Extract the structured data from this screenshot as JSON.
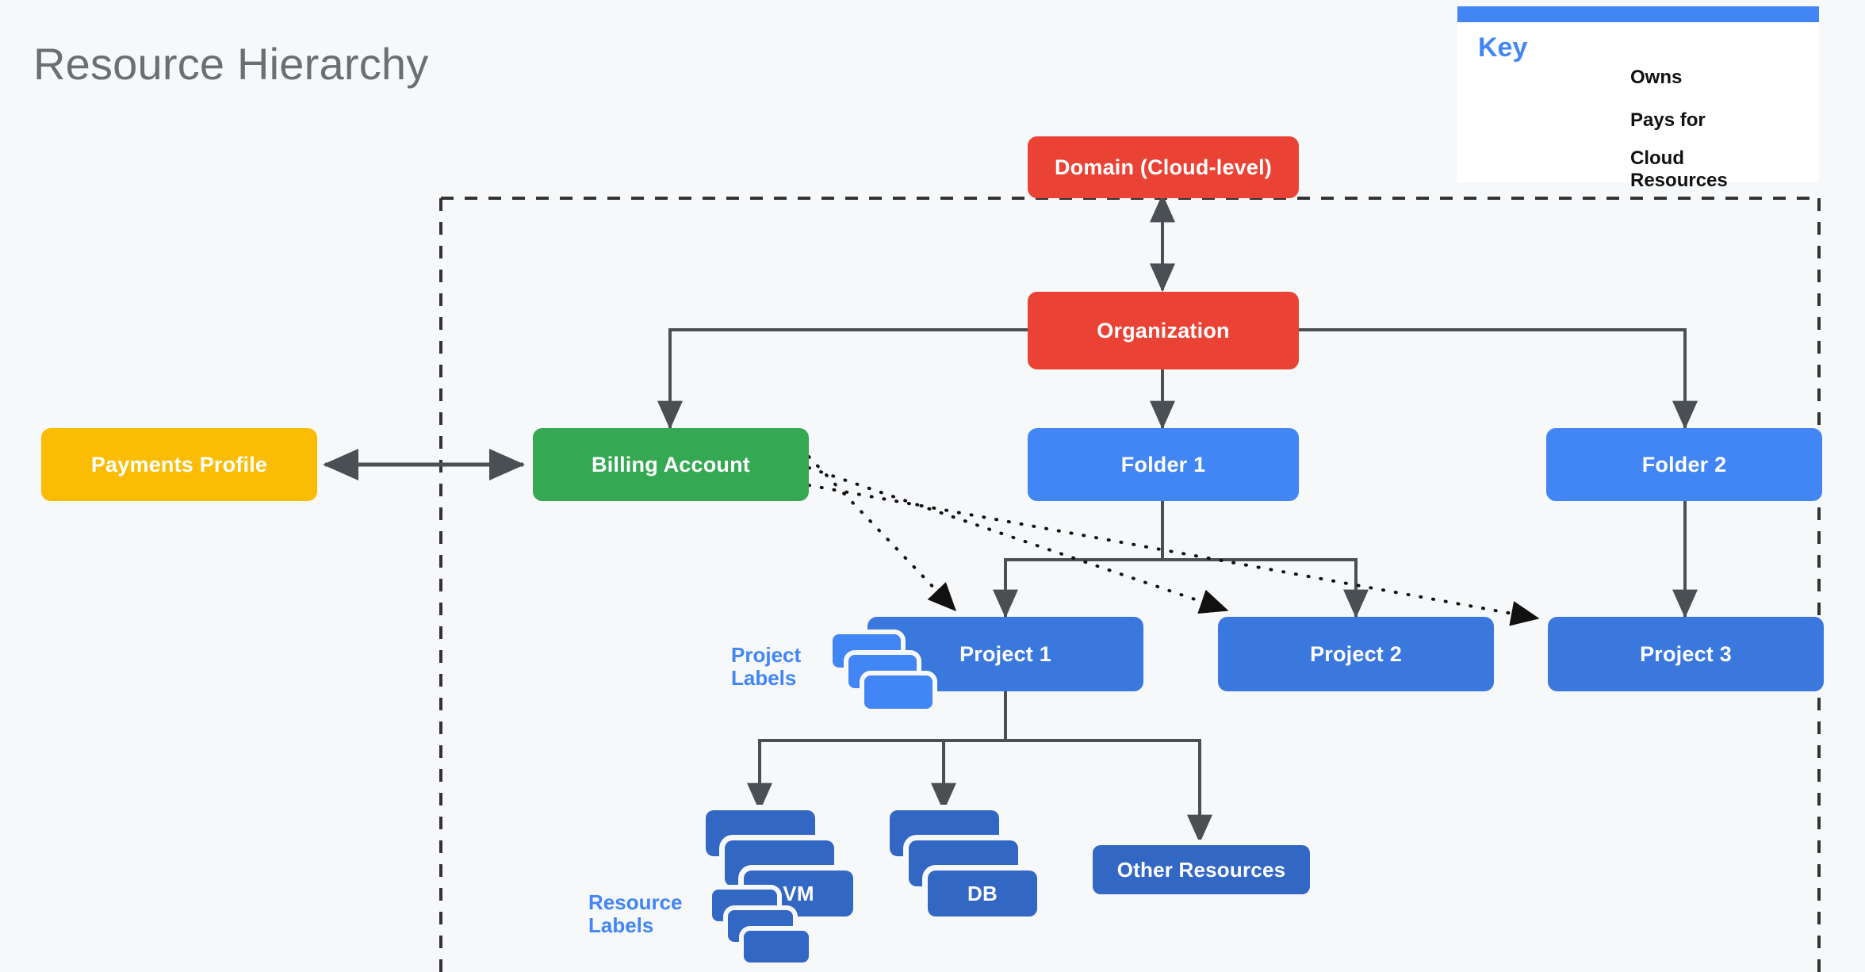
{
  "page": {
    "title": "Resource Hierarchy",
    "background_color": "#f6f8fa",
    "title_color": "#6b6f72"
  },
  "key": {
    "title": "Key",
    "accent_color": "#4285f4",
    "rows": [
      {
        "style": "solid",
        "label": "Owns"
      },
      {
        "style": "dotted",
        "label": "Pays for"
      },
      {
        "style": "dashed",
        "label": "Cloud\nResources"
      }
    ]
  },
  "nodes": {
    "domain": {
      "label": "Domain (Cloud-level)",
      "color": "#ea4335"
    },
    "organization": {
      "label": "Organization",
      "color": "#ea4335"
    },
    "payments_profile": {
      "label": "Payments Profile",
      "color": "#fbbc04"
    },
    "billing_account": {
      "label": "Billing Account",
      "color": "#34a853"
    },
    "folder1": {
      "label": "Folder 1",
      "color": "#4285f4"
    },
    "folder2": {
      "label": "Folder 2",
      "color": "#4285f4"
    },
    "project1": {
      "label": "Project 1",
      "color": "#3b78de"
    },
    "project2": {
      "label": "Project 2",
      "color": "#3b78de"
    },
    "project3": {
      "label": "Project 3",
      "color": "#3b78de"
    },
    "vm": {
      "label": "VM",
      "color": "#3367c4"
    },
    "db": {
      "label": "DB",
      "color": "#3367c4"
    },
    "other_resources": {
      "label": "Other Resources",
      "color": "#3367c4"
    }
  },
  "annotations": {
    "project_labels": {
      "label": "Project\nLabels",
      "color": "#4285f4"
    },
    "resource_labels": {
      "label": "Resource\nLabels",
      "color": "#4285f4"
    }
  },
  "chart_data": {
    "type": "diagram",
    "title": "Resource Hierarchy",
    "edge_types": [
      "owns",
      "pays for",
      "cloud resources"
    ],
    "edges": [
      {
        "from": "domain",
        "to": "organization",
        "type": "owns",
        "bidirectional": true
      },
      {
        "from": "payments_profile",
        "to": "billing_account",
        "type": "owns",
        "bidirectional": true
      },
      {
        "from": "organization",
        "to": "billing_account",
        "type": "owns"
      },
      {
        "from": "organization",
        "to": "folder1",
        "type": "owns"
      },
      {
        "from": "organization",
        "to": "folder2",
        "type": "owns"
      },
      {
        "from": "folder1",
        "to": "project1",
        "type": "owns"
      },
      {
        "from": "folder1",
        "to": "project2",
        "type": "owns"
      },
      {
        "from": "folder2",
        "to": "project3",
        "type": "owns"
      },
      {
        "from": "project1",
        "to": "vm",
        "type": "owns"
      },
      {
        "from": "project1",
        "to": "db",
        "type": "owns"
      },
      {
        "from": "project1",
        "to": "other_resources",
        "type": "owns"
      },
      {
        "from": "billing_account",
        "to": "project1",
        "type": "pays for"
      },
      {
        "from": "billing_account",
        "to": "project2",
        "type": "pays for"
      },
      {
        "from": "billing_account",
        "to": "project3",
        "type": "pays for"
      }
    ],
    "cloud_boundary": "dashed region containing Domain, Organization, Billing Account, Folders, Projects and Resources"
  }
}
